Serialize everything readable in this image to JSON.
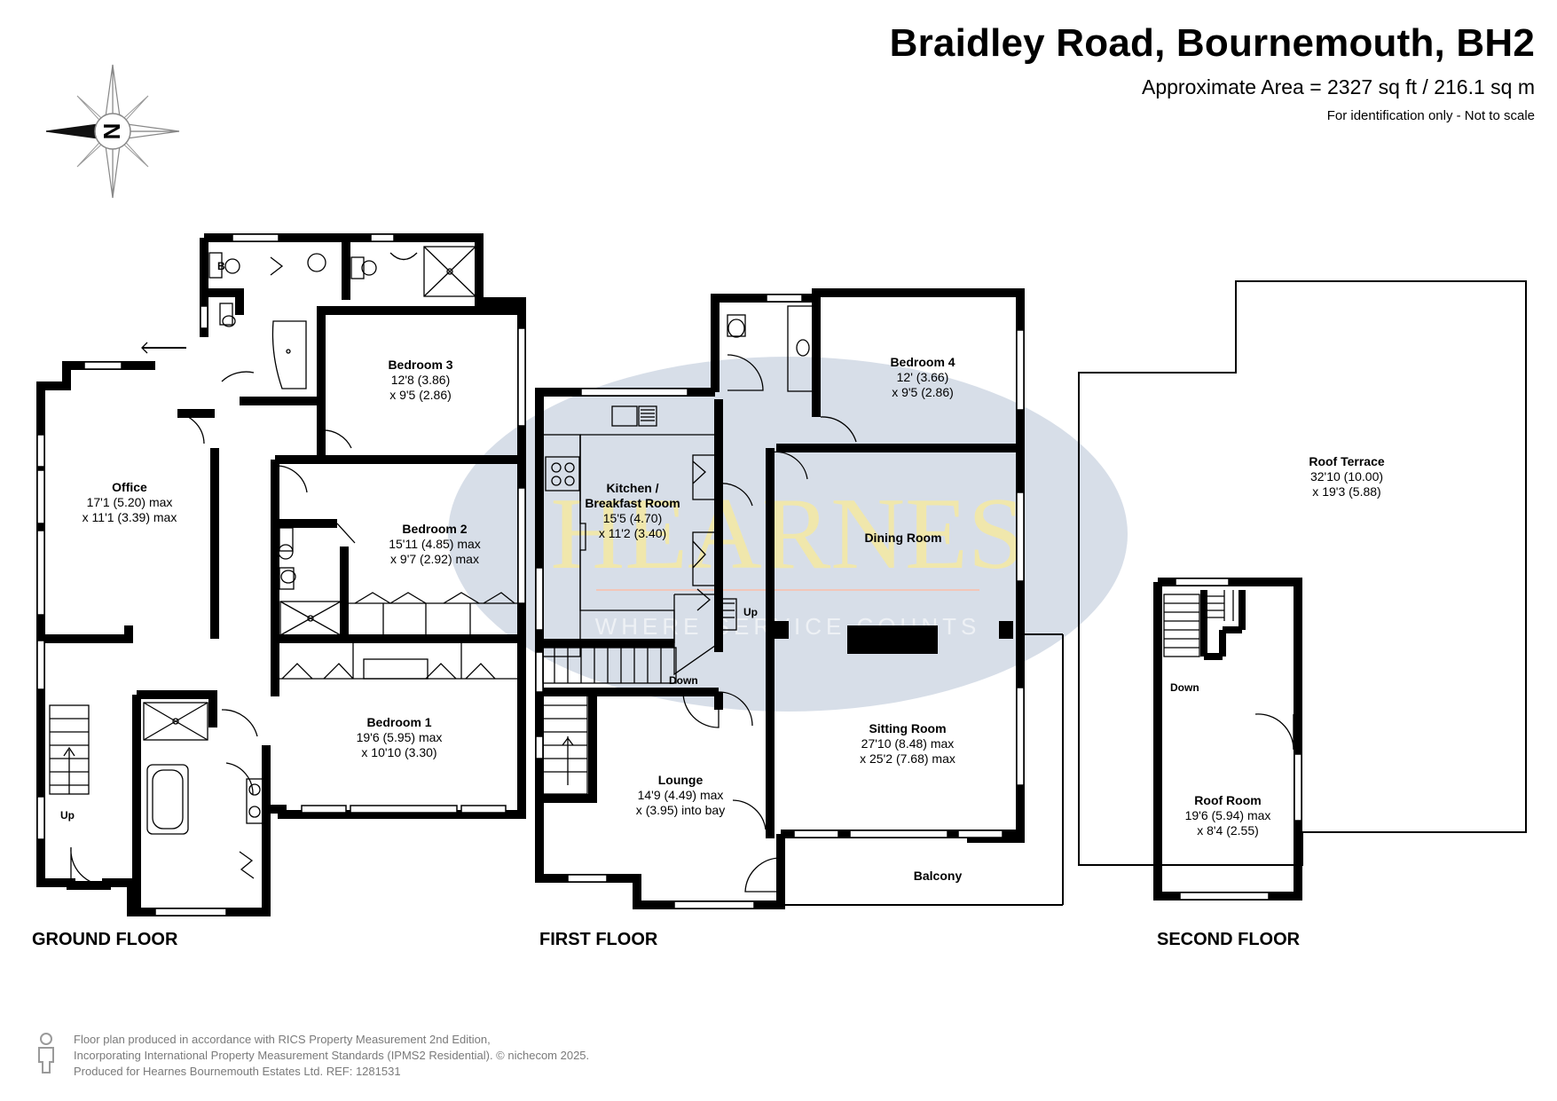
{
  "header": {
    "title": "Braidley Road, Bournemouth, BH2",
    "area": "Approximate Area = 2327 sq ft / 216.1 sq m",
    "note": "For identification only - Not to scale"
  },
  "compass": {
    "letter": "N"
  },
  "watermark": {
    "brand": "HEARNES",
    "tagline": "WHERE SERVICE COUNTS",
    "fill": "#c9d3e0",
    "text_color": "#f3e9a6"
  },
  "floors": {
    "ground": {
      "label": "GROUND FLOOR",
      "rooms": {
        "office": {
          "name": "Office",
          "dim1": "17'1 (5.20) max",
          "dim2": "x 11'1 (3.39) max"
        },
        "bedroom3": {
          "name": "Bedroom 3",
          "dim1": "12'8 (3.86)",
          "dim2": "x 9'5 (2.86)"
        },
        "bedroom2": {
          "name": "Bedroom 2",
          "dim1": "15'11 (4.85) max",
          "dim2": "x 9'7 (2.92) max"
        },
        "bedroom1": {
          "name": "Bedroom 1",
          "dim1": "19'6 (5.95) max",
          "dim2": "x 10'10 (3.30)"
        }
      },
      "stair_label": "Up",
      "boiler_label": "B"
    },
    "first": {
      "label": "FIRST FLOOR",
      "rooms": {
        "kitchen": {
          "name": "Kitchen /",
          "name2": "Breakfast Room",
          "dim1": "15'5 (4.70)",
          "dim2": "x 11'2 (3.40)"
        },
        "bedroom4": {
          "name": "Bedroom 4",
          "dim1": "12' (3.66)",
          "dim2": "x 9'5 (2.86)"
        },
        "dining": {
          "name": "Dining Room"
        },
        "sitting": {
          "name": "Sitting Room",
          "dim1": "27'10 (8.48) max",
          "dim2": "x 25'2 (7.68) max"
        },
        "lounge": {
          "name": "Lounge",
          "dim1": "14'9 (4.49) max",
          "dim2": "x (3.95) into bay"
        },
        "balcony": {
          "name": "Balcony"
        }
      },
      "up_label": "Up",
      "down_label": "Down"
    },
    "second": {
      "label": "SECOND FLOOR",
      "rooms": {
        "terrace": {
          "name": "Roof Terrace",
          "dim1": "32'10 (10.00)",
          "dim2": "x 19'3 (5.88)"
        },
        "roomroom": {
          "name": "Roof Room",
          "dim1": "19'6 (5.94) max",
          "dim2": "x 8'4 (2.55)"
        }
      },
      "down_label": "Down"
    }
  },
  "footer": {
    "line1": "Floor plan produced in accordance with RICS Property Measurement 2nd Edition,",
    "line2": "Incorporating International Property Measurement Standards (IPMS2 Residential).   © nichecom 2025.",
    "line3": "Produced for Hearnes Bournemouth Estates Ltd.   REF:   1281531"
  }
}
